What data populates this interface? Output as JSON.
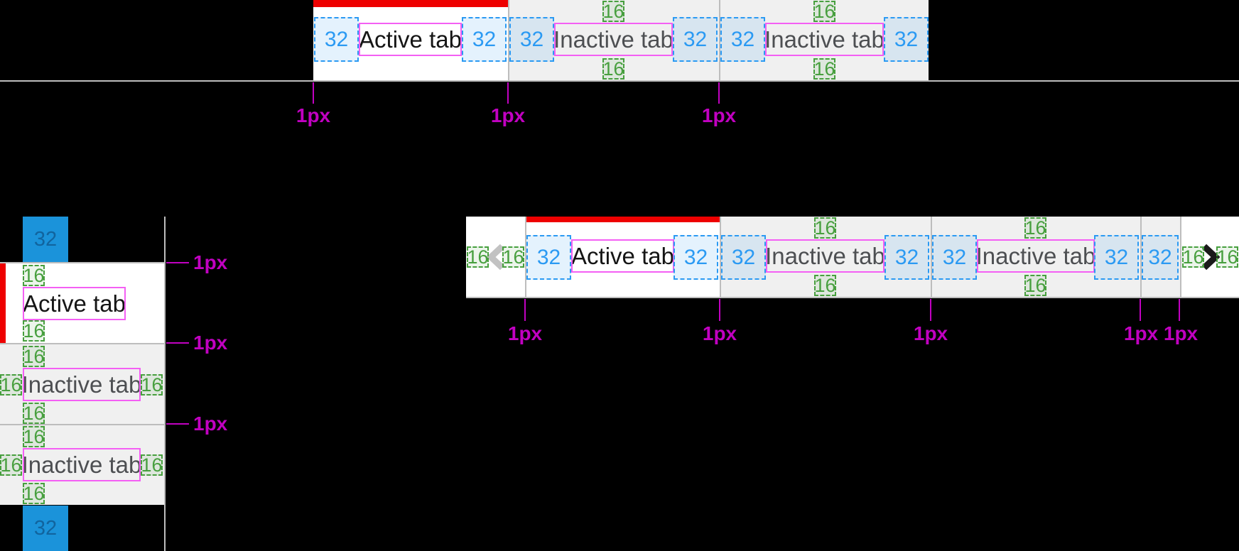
{
  "measurements": {
    "padding_32": "32",
    "padding_16": "16",
    "border_1px": "1px",
    "spacer_32": "32"
  },
  "colors": {
    "accent_red": "#ee0000",
    "padding_32_blue": "#2b9af3",
    "padding_16_green": "#479f3e",
    "content_outline_pink": "#f45ff4",
    "border_annotation_magenta": "#c101c1",
    "spacer_blue": "#1b93da",
    "active_tab_bg": "#ffffff",
    "inactive_tab_bg": "#f0f0f0",
    "divider_gray": "#bdbdbd",
    "active_text": "#151515",
    "inactive_text": "#4d4f52"
  },
  "top_tab_bar": {
    "tabs": [
      {
        "label": "Active tab",
        "state": "active"
      },
      {
        "label": "Inactive tab",
        "state": "inactive"
      },
      {
        "label": "Inactive tab",
        "state": "inactive"
      }
    ]
  },
  "vertical_tab_list": {
    "tabs": [
      {
        "label": "Active tab",
        "state": "active"
      },
      {
        "label": "Inactive tab",
        "state": "inactive"
      },
      {
        "label": "Inactive tab",
        "state": "inactive"
      }
    ]
  },
  "overflow_tab_bar": {
    "scroll_left_icon": "chevron-left",
    "scroll_right_icon": "chevron-right",
    "tabs": [
      {
        "label": "Active tab",
        "state": "active"
      },
      {
        "label": "Inactive tab",
        "state": "inactive"
      },
      {
        "label": "Inactive tab",
        "state": "inactive"
      }
    ]
  }
}
